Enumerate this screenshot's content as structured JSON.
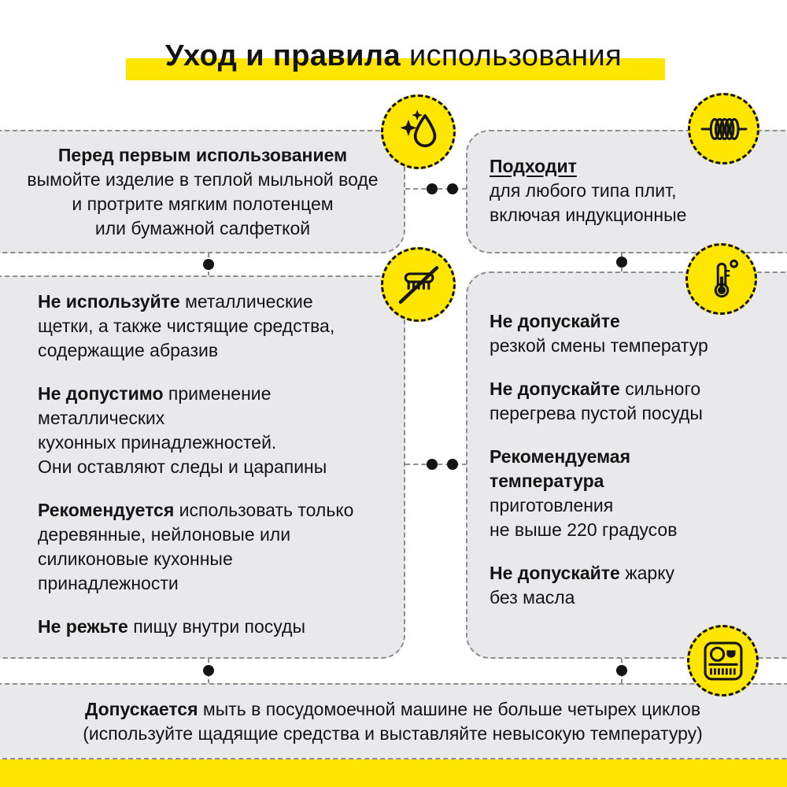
{
  "colors": {
    "accent": "#ffe600",
    "card-bg": "#e9e9eb",
    "border": "#8e8e8e",
    "ink": "#141414"
  },
  "title": {
    "bold": "Уход и правила",
    "regular": " использования"
  },
  "cards": {
    "first_use": {
      "icon": "sparkle-drop-icon",
      "bold": "Перед первым использованием",
      "text": "\nвымойте изделие в теплой мыльной воде\nи протрите мягким полотенцем\nили бумажной салфеткой"
    },
    "stoves": {
      "icon": "induction-coil-icon",
      "bold": "Подходит",
      "text": "\nдля любого типа плит,\nвключая индукционные"
    },
    "care": {
      "icon": "no-metal-brush-icon",
      "paragraphs": [
        {
          "bold": "Не используйте",
          "text": " металлические\nщетки, а также чистящие средства,\nсодержащие абразив"
        },
        {
          "bold": "Не допустимо",
          "text": " применение\nметаллических\nкухонных принадлежностей.\nОни оставляют следы и царапины"
        },
        {
          "bold": "Рекомендуется",
          "text": " использовать только\nдеревянные, нейлоновые или\nсиликоновые кухонные\nпринадлежности"
        },
        {
          "bold": "Не режьте",
          "text": " пищу внутри посуды"
        }
      ]
    },
    "temperature": {
      "icon": "thermometer-icon",
      "paragraphs": [
        {
          "bold": "Не допускайте",
          "text": "\nрезкой смены температур"
        },
        {
          "bold": "Не допускайте",
          "text": " сильного\nперегрева пустой посуды"
        },
        {
          "bold": "Рекомендуемая\nтемпература",
          "text": "\nприготовления\nне выше 220 градусов"
        },
        {
          "bold": "Не допускайте",
          "text": " жарку\nбез масла"
        }
      ]
    },
    "dishwasher": {
      "icon": "dishwasher-icon",
      "bold": "Допускается",
      "text": " мыть в посудомоечной машине не больше четырех циклов\n(используйте щадящие средства и выставляйте невысокую температуру)"
    }
  }
}
